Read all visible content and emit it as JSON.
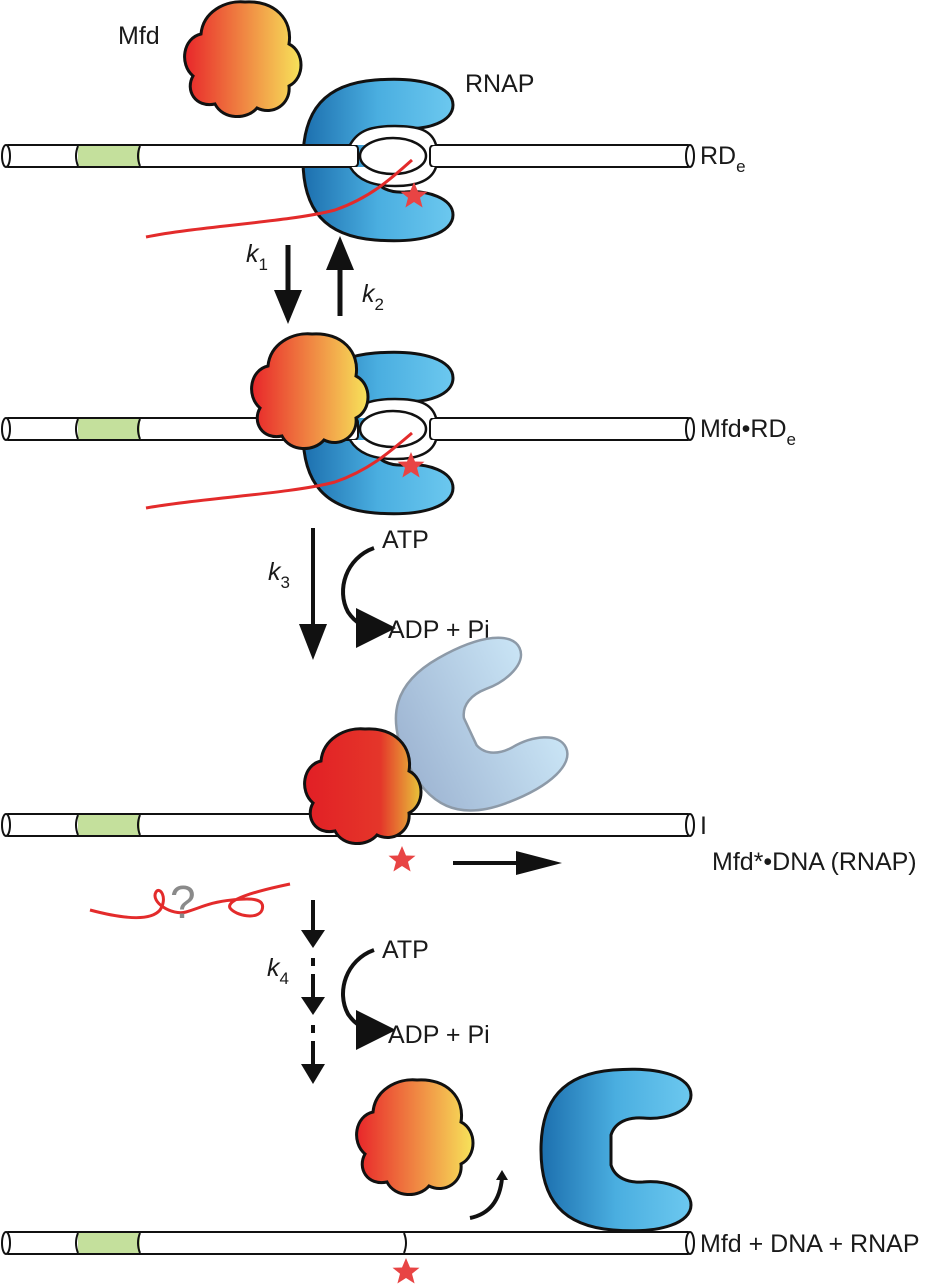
{
  "labels": {
    "mfd": "Mfd",
    "rnap": "RNAP",
    "state1_main": "RD",
    "state1_sub": "e",
    "state2_main": "Mfd•RD",
    "state2_sub": "e",
    "state3_code": "I",
    "state3_name": "Mfd*•DNA (RNAP)",
    "state4": "Mfd + DNA + RNAP",
    "question": "?"
  },
  "rates": {
    "k1": {
      "base": "k",
      "sub": "1"
    },
    "k2": {
      "base": "k",
      "sub": "2"
    },
    "k3": {
      "base": "k",
      "sub": "3"
    },
    "k4": {
      "base": "k",
      "sub": "4"
    }
  },
  "reactions": [
    {
      "input": "ATP",
      "output": "ADP + Pi"
    },
    {
      "input": "ATP",
      "output": "ADP + Pi"
    }
  ],
  "colors": {
    "mfd_gradient": [
      "#e8262a",
      "#f7e35a"
    ],
    "rnap_gradient": [
      "#1c6fae",
      "#6cc8ef"
    ],
    "rnap_faded": [
      "#9fb6d3",
      "#c9e4f5"
    ],
    "rna_strand": "#e32b2b",
    "promoter": "#c4e09c",
    "star": "#e84444",
    "question_mark": "#8a8a8a"
  }
}
